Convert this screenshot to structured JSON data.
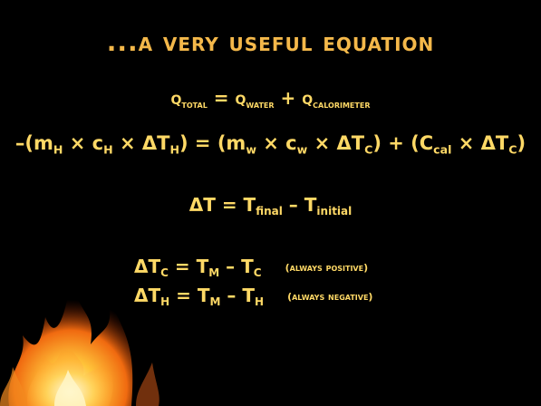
{
  "title": "...a very useful equation",
  "colors": {
    "background": "#000000",
    "title": "#f4b84a",
    "equation": "#ffd966"
  },
  "equations": {
    "q_total": {
      "q": "q",
      "total": "total",
      "eq": "=",
      "water": "water",
      "plus": "+",
      "calorimeter": "calorimeter"
    },
    "heat_balance": {
      "lhs_open": "–(m",
      "h1": "H",
      "x1": " × c",
      "h2": "H",
      "x2": " × ΔT",
      "h3": "H",
      "lhs_close": ")",
      "eq": " = ",
      "rhs_open": "(m",
      "w1": "w",
      "x3": " × c",
      "w2": "w",
      "x4": " × ΔT",
      "c1": "C",
      "rhs_close": ")",
      "plus": " + ",
      "cal_open": "(C",
      "cal": "cal",
      "x5": " × ΔT",
      "c2": "C",
      "cal_close": ")"
    },
    "delta_t": {
      "dt": "ΔT = T",
      "final": "final",
      "minus": " – T",
      "initial": "initial"
    },
    "delta_tc": {
      "dt": "ΔT",
      "c": "C",
      "eq": " = T",
      "m": "M",
      "minus": " – T",
      "c2": "C",
      "note": "(always positive)"
    },
    "delta_th": {
      "dt": "ΔT",
      "h": "H",
      "eq": " = T",
      "m": "M",
      "minus": " – T",
      "h2": "H",
      "note": "(always negative)"
    }
  }
}
